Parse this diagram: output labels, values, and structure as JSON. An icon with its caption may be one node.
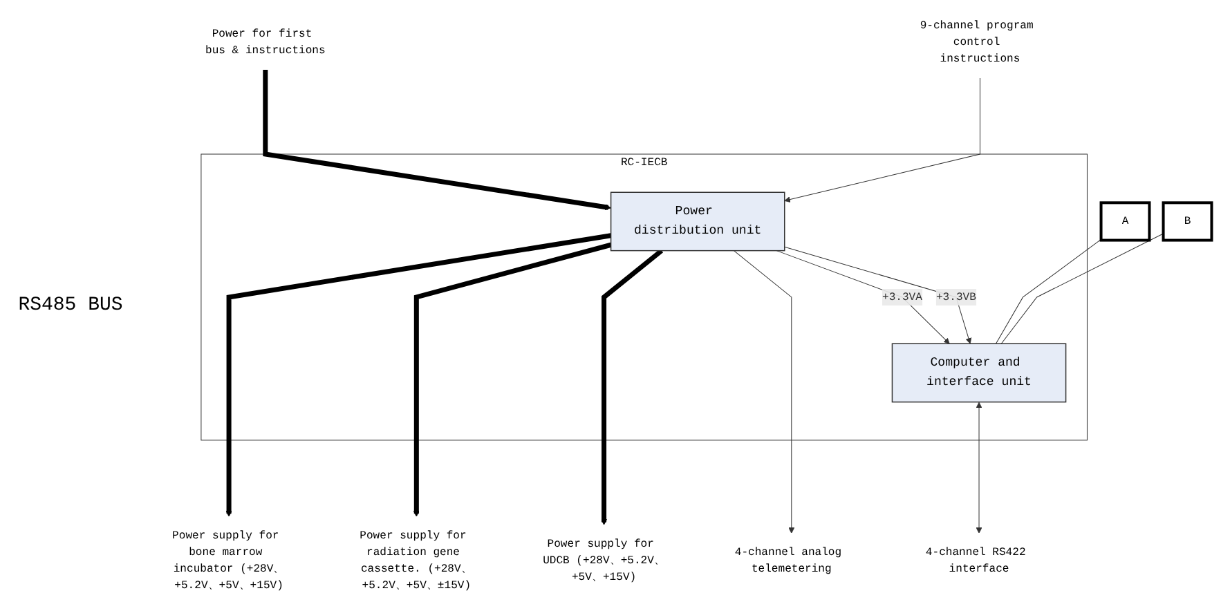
{
  "diagram": {
    "nodes": [
      {
        "text": [
          "RC-IECB"
        ]
      },
      {
        "text": [
          "Power distribution unit"
        ],
        "in": 0
      },
      {
        "text": [
          "Computer and interface unit"
        ],
        "in": 0
      },
      {
        "text": [
          "Power for first bus & instructions"
        ]
      },
      {
        "text": [
          "9-channel program control instructions"
        ]
      },
      {
        "text": [
          "4-channel analog telemetering"
        ]
      },
      {
        "text": [
          "Power supply for UDCB (+28V、+5.2V、+5V、+15V)"
        ]
      },
      {
        "text": [
          "Power supply for radiation gene cassette. (+28V、+5.2V、+5V、±15V)"
        ]
      },
      {
        "text": [
          "Power supply for bone marrow incubator (+28V、+5.2V、+5V、+15V)"
        ]
      },
      {
        "text": [
          "4-channel RS422 interface"
        ]
      },
      {
        "text": [
          "A"
        ]
      },
      {
        "text": [
          "B"
        ]
      }
    ],
    "edges": [
      {
        "from": 3,
        "to": 1,
        "arrow": "to",
        "style": "thick"
      },
      {
        "from": 4,
        "to": 1,
        "arrow": "to"
      },
      {
        "from": 1,
        "to": 5,
        "arrow": "to"
      },
      {
        "from": 1,
        "to": 2,
        "arrow": "to",
        "label": "+3.3VA"
      },
      {
        "from": 1,
        "to": 2,
        "arrow": "to",
        "label": "+3.3VB"
      },
      {
        "from": 1,
        "to": 6,
        "arrow": "to",
        "style": "thick"
      },
      {
        "from": 1,
        "to": 7,
        "arrow": "to",
        "style": "thick"
      },
      {
        "from": 1,
        "to": 8,
        "arrow": "to",
        "style": "thick"
      },
      {
        "from": 2,
        "to": 9,
        "arrow": "both"
      },
      {
        "from": 10,
        "to": 2,
        "arrow": "none"
      },
      {
        "from": 11,
        "to": 2,
        "arrow": "none"
      }
    ],
    "labels": [
      "RS485 BUS"
    ]
  }
}
